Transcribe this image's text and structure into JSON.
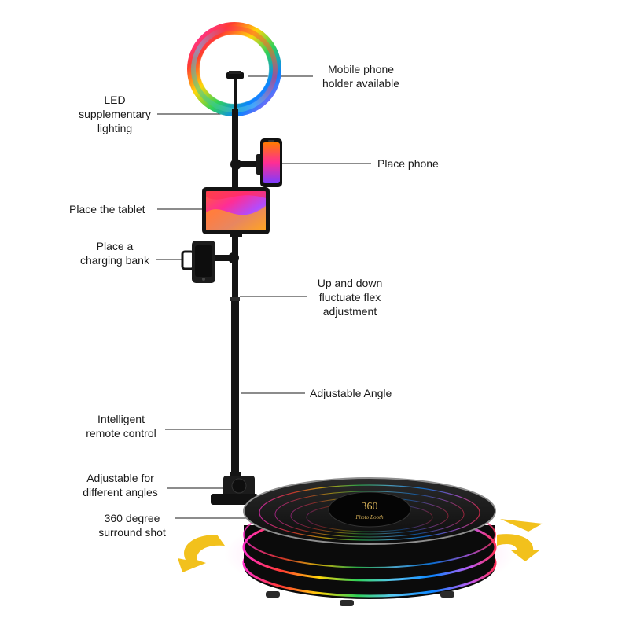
{
  "labels": {
    "mobile_holder": [
      "Mobile phone",
      "holder available"
    ],
    "led": [
      "LED",
      "supplementary",
      "lighting"
    ],
    "place_phone": [
      "Place phone"
    ],
    "place_tablet": [
      "Place the tablet"
    ],
    "charging_bank": [
      "Place a",
      "charging bank"
    ],
    "flex": [
      "Up and down",
      "fluctuate flex",
      "adjustment"
    ],
    "angle": [
      "Adjustable Angle"
    ],
    "remote": [
      "Intelligent",
      "remote control"
    ],
    "different_angles": [
      "Adjustable for",
      "different angles"
    ],
    "surround": [
      "360 degree",
      "surround shot"
    ]
  },
  "platform_logo": {
    "number": "360",
    "text": "Photo Booth"
  },
  "colors": {
    "stand": "#141414",
    "leader_line": "#1a1a1a",
    "arrow_yellow": "#f2c11c",
    "platform_glow": [
      "#ff2d55",
      "#ff9500",
      "#ffe600",
      "#34c759",
      "#00c7ff",
      "#5856d6",
      "#ff2dc8"
    ]
  }
}
